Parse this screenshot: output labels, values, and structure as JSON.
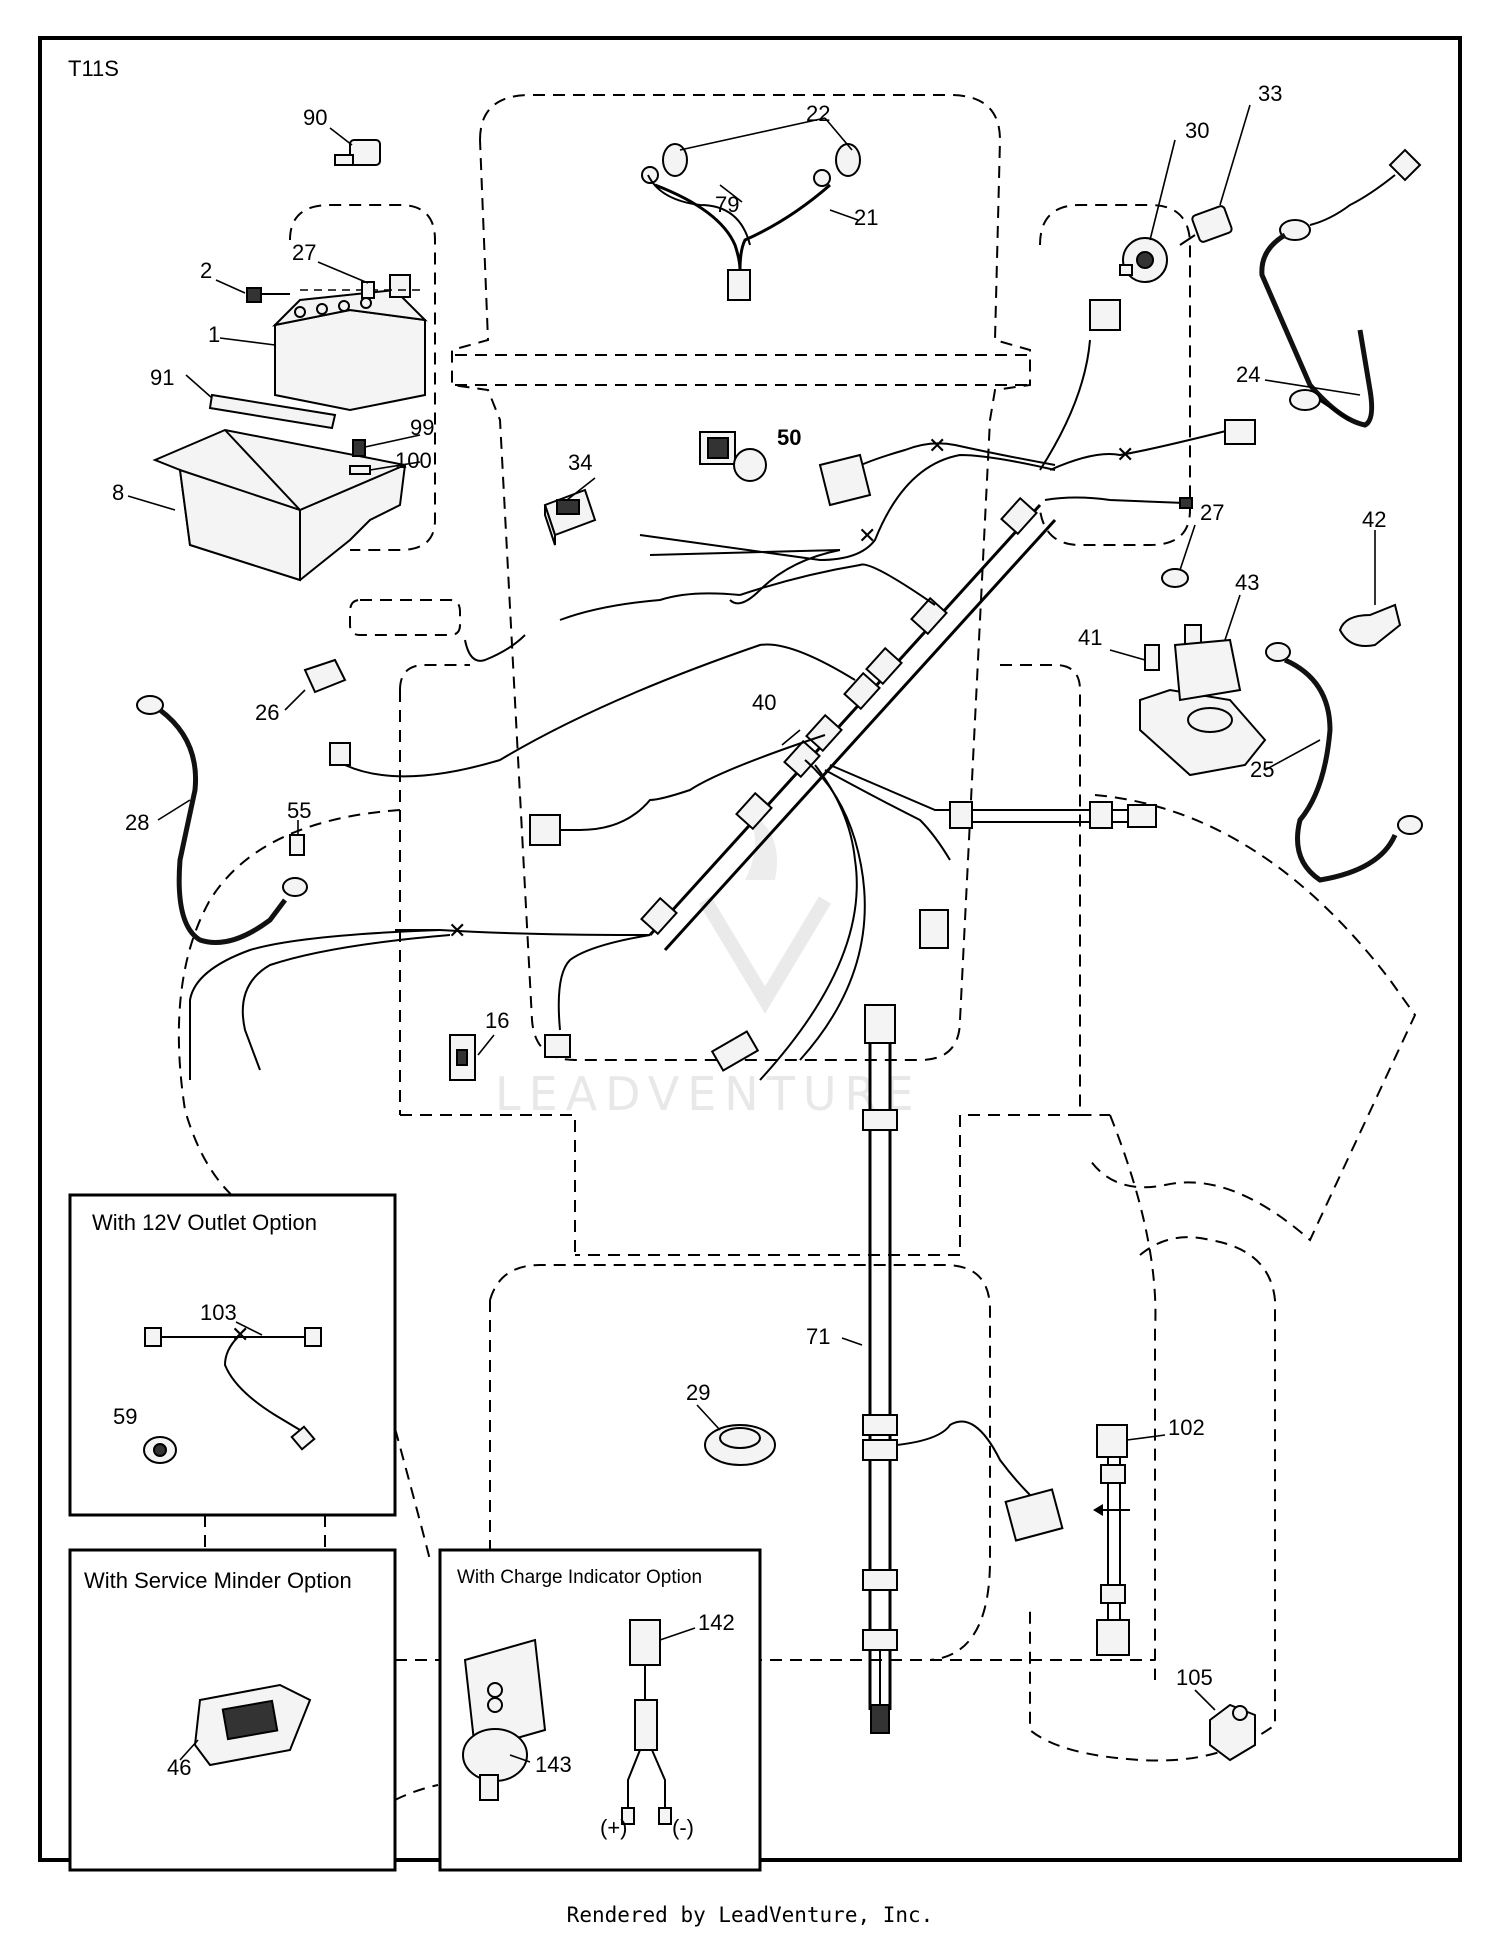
{
  "diagram_code": "T11S",
  "watermark": "LEADVENTURE",
  "footer": "Rendered by LeadVenture, Inc.",
  "insets": {
    "outlet": {
      "title": "With 12V Outlet Option"
    },
    "service_minder": {
      "title": "With Service Minder Option"
    },
    "charge_indicator": {
      "title": "With Charge Indicator Option",
      "plus": "(+)",
      "minus": "(-)"
    }
  },
  "callouts": {
    "c1": "1",
    "c2": "2",
    "c8": "8",
    "c16": "16",
    "c21": "21",
    "c22": "22",
    "c24": "24",
    "c25": "25",
    "c26": "26",
    "c27a": "27",
    "c27b": "27",
    "c28": "28",
    "c29": "29",
    "c30": "30",
    "c33": "33",
    "c34": "34",
    "c40": "40",
    "c41": "41",
    "c42": "42",
    "c43": "43",
    "c46": "46",
    "c50": "50",
    "c55": "55",
    "c59": "59",
    "c71": "71",
    "c79": "79",
    "c90": "90",
    "c91": "91",
    "c99": "99",
    "c100": "100",
    "c102": "102",
    "c103": "103",
    "c105": "105",
    "c142": "142",
    "c143": "143"
  }
}
